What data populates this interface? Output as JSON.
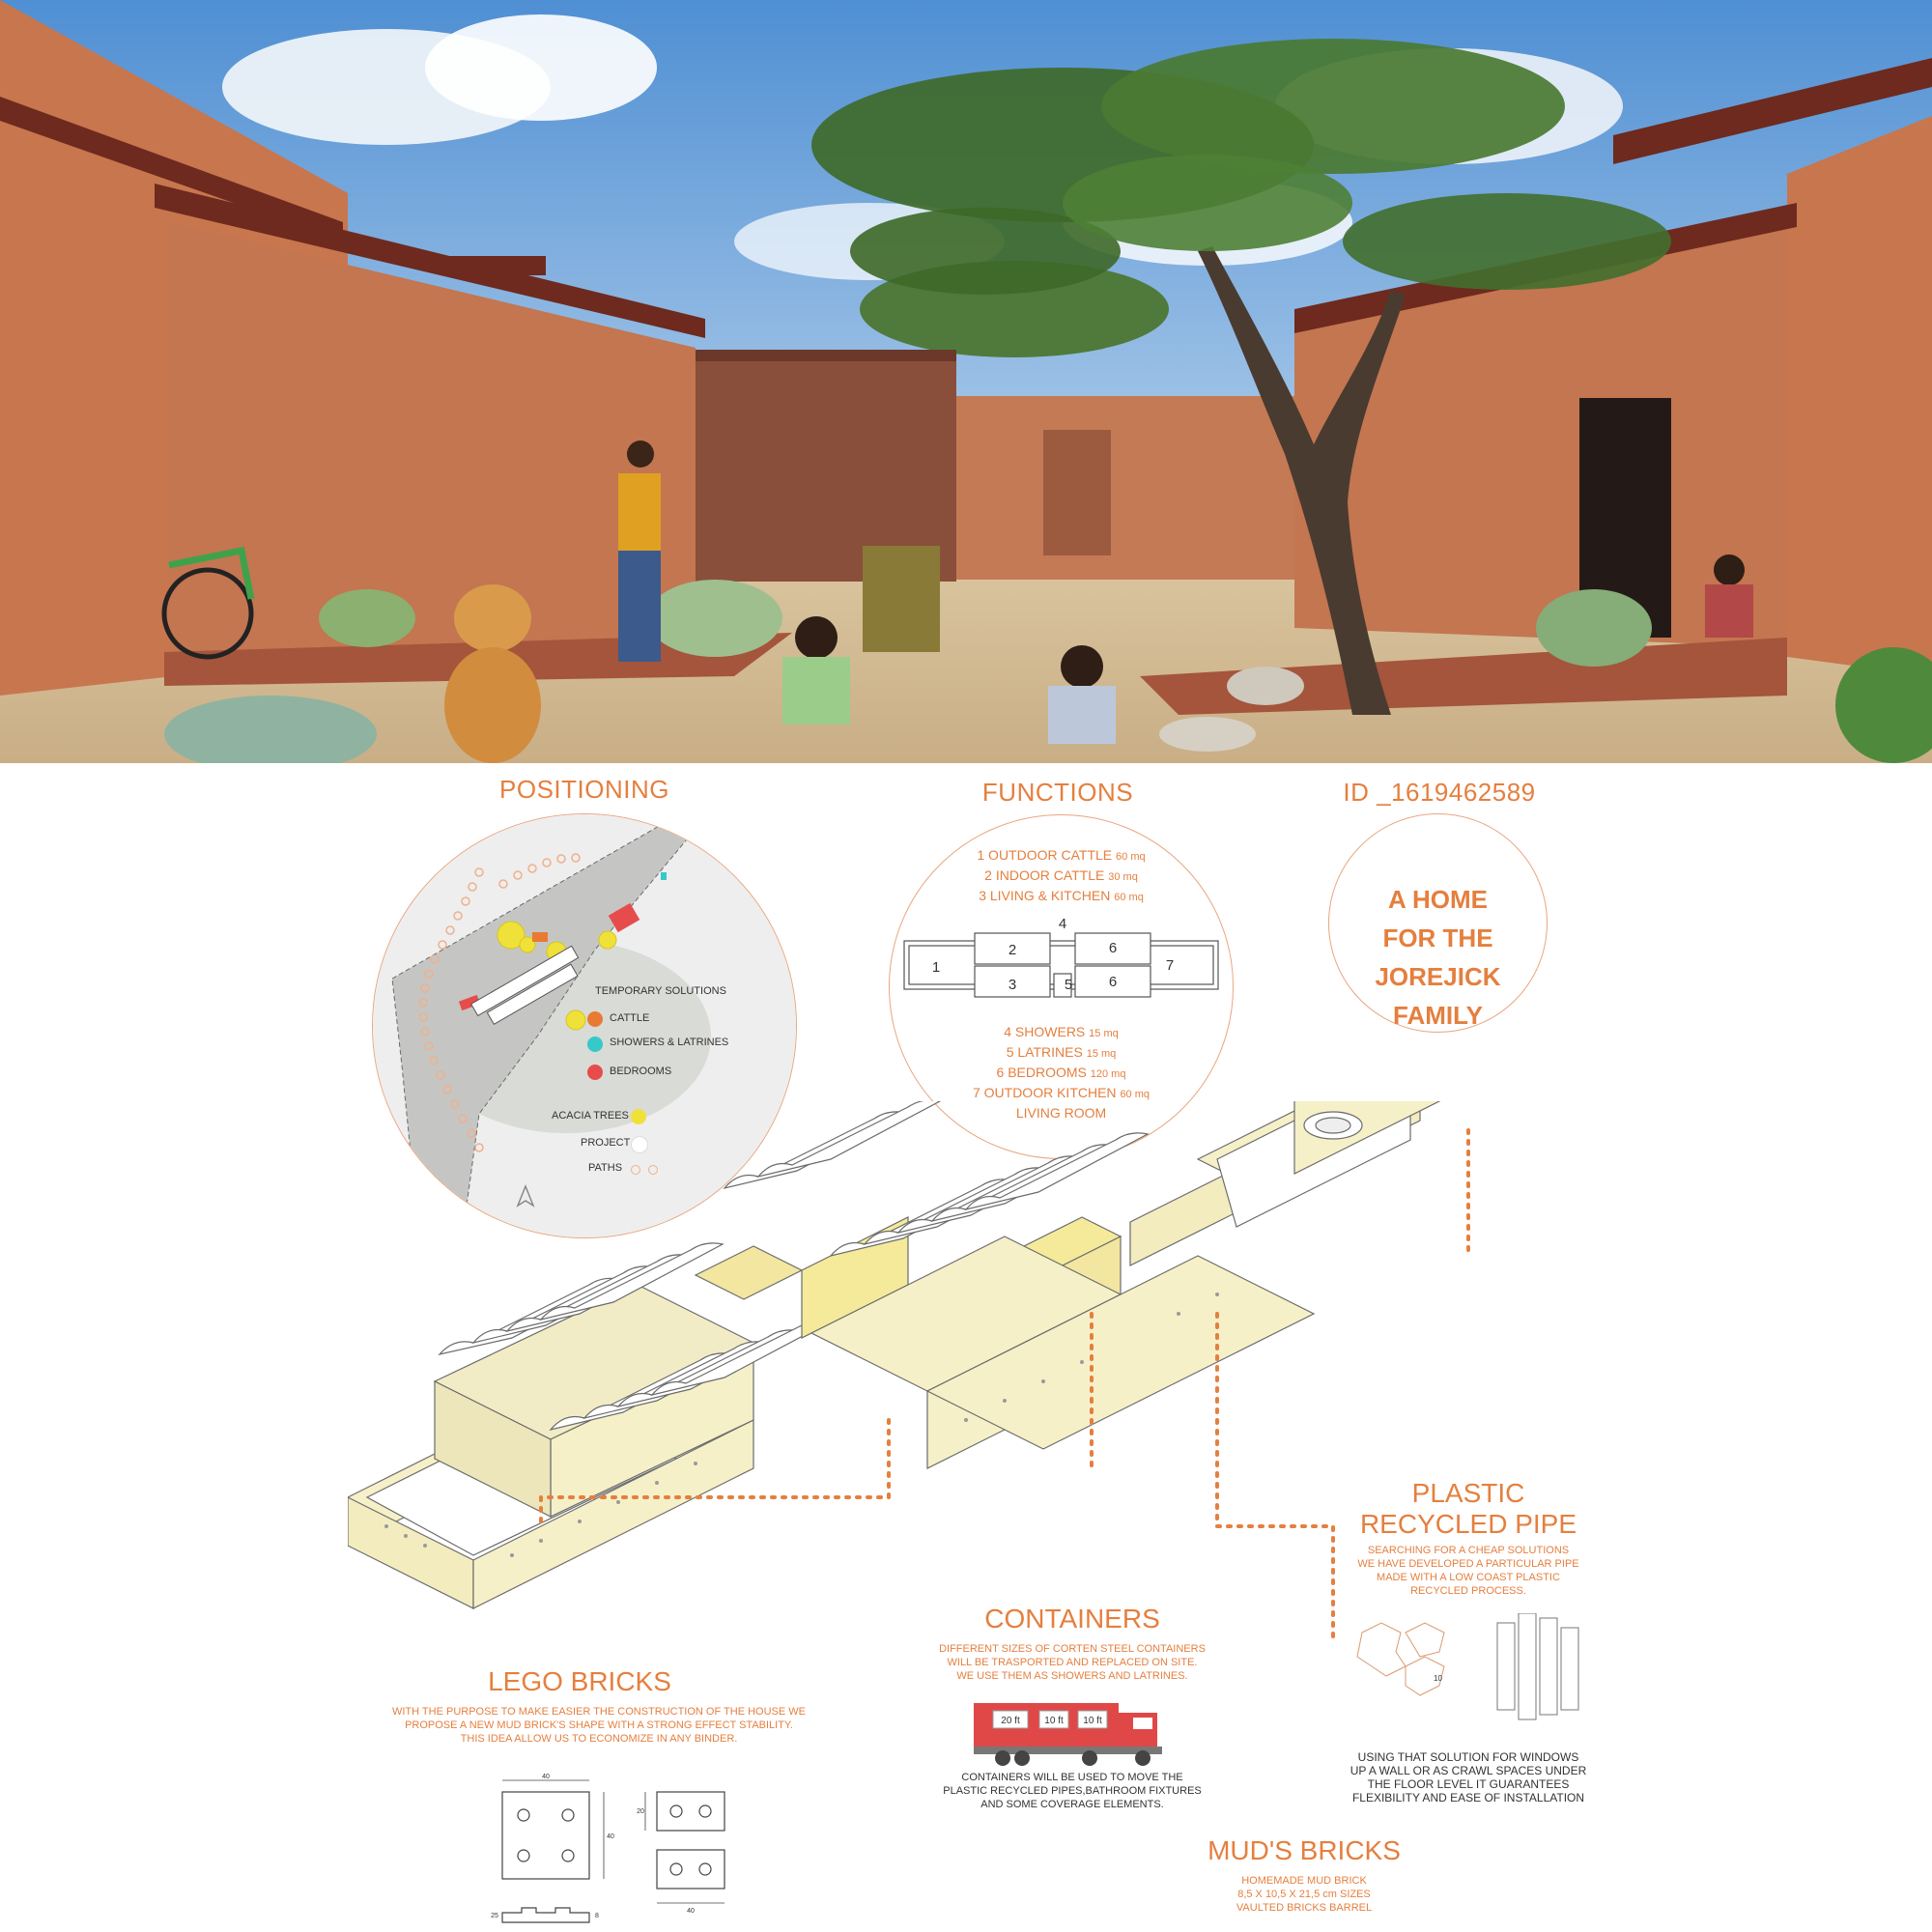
{
  "render": {
    "sky_top": "#5c9ad8",
    "sky_bottom": "#d9e8f5",
    "mud_wall": "#c8764e",
    "mud_wall_dark": "#a85e3c",
    "beam": "#6e2a1e",
    "ground": "#d9c4a0",
    "brick_path": "#a4553b"
  },
  "positioning": {
    "title": "POSITIONING",
    "legend_header": "TEMPORARY SOLUTIONS",
    "legend": [
      {
        "label": "CATTLE",
        "color": "#e97a33"
      },
      {
        "label": "SHOWERS & LATRINES",
        "color": "#35c9c9"
      },
      {
        "label": "BEDROOMS",
        "color": "#e74c4c"
      },
      {
        "label": "ACACIA TREES",
        "color": "#f0e13a"
      },
      {
        "label": "PROJECT",
        "color": "#ffffff"
      },
      {
        "label": "PATHS",
        "color": "#f2b48a"
      }
    ]
  },
  "functions": {
    "title": "FUNCTIONS",
    "list_top": [
      {
        "name": "1 OUTDOOR CATTLE",
        "area": "60 mq"
      },
      {
        "name": "2 INDOOR CATTLE",
        "area": "30 mq"
      },
      {
        "name": "3 LIVING & KITCHEN",
        "area": "60 mq"
      }
    ],
    "list_bottom": [
      {
        "name": "4 SHOWERS",
        "area": "15 mq"
      },
      {
        "name": "5 LATRINES",
        "area": "15 mq"
      },
      {
        "name": "6 BEDROOMS",
        "area": "120 mq"
      },
      {
        "name": "7 OUTDOOR KITCHEN",
        "area": "60 mq"
      },
      {
        "name": "LIVING ROOM",
        "area": ""
      }
    ],
    "plan_numbers": [
      "1",
      "2",
      "3",
      "4",
      "5",
      "6",
      "6",
      "7"
    ]
  },
  "id_block": {
    "id": "ID _1619462589",
    "line1": "A HOME",
    "line2": "FOR THE JOREJICK",
    "line3": "FAMILY"
  },
  "plastic_pipe": {
    "title1": "PLASTIC",
    "title2": "RECYCLED PIPE",
    "desc": [
      "SEARCHING FOR A CHEAP SOLUTIONS",
      "WE HAVE DEVELOPED A PARTICULAR PIPE",
      "MADE WITH A LOW COAST PLASTIC",
      "RECYCLED PROCESS."
    ],
    "usage": [
      "USING THAT SOLUTION FOR WINDOWS",
      "UP A WALL OR AS CRAWL SPACES UNDER",
      "THE FLOOR LEVEL IT GUARANTEES",
      "FLEXIBILITY AND EASE OF INSTALLATION"
    ],
    "dim": "10"
  },
  "containers": {
    "title": "CONTAINERS",
    "desc": [
      "DIFFERENT SIZES OF CORTEN STEEL CONTAINERS",
      "WILL BE TRASPORTED AND REPLACED ON SITE.",
      "WE USE THEM AS SHOWERS AND LATRINES."
    ],
    "sizes": [
      "20 ft",
      "10 ft",
      "10 ft"
    ],
    "usage": [
      "CONTAINERS WILL BE USED TO  MOVE THE",
      "PLASTIC RECYCLED PIPES,BATHROOM FIXTURES",
      "AND SOME COVERAGE ELEMENTS."
    ]
  },
  "lego_bricks": {
    "title": "LEGO BRICKS",
    "desc": [
      "WITH THE PURPOSE TO MAKE EASIER THE CONSTRUCTION OF THE HOUSE WE",
      "PROPOSE A NEW  MUD BRICK'S SHAPE WITH A STRONG EFFECT STABILITY.",
      "THIS IDEA ALLOW US TO ECONOMIZE IN ANY BINDER."
    ],
    "dims": {
      "w": "40",
      "h": "40",
      "small_h": "20",
      "small_w": "40",
      "thick": "25",
      "depth": "8"
    }
  },
  "mud_bricks": {
    "title": "MUD'S BRICKS",
    "desc": [
      "HOMEMADE  MUD BRICK",
      "8,5 X 10,5 X 21,5 cm SIZES",
      "VAULTED  BRICKS BARREL"
    ]
  }
}
